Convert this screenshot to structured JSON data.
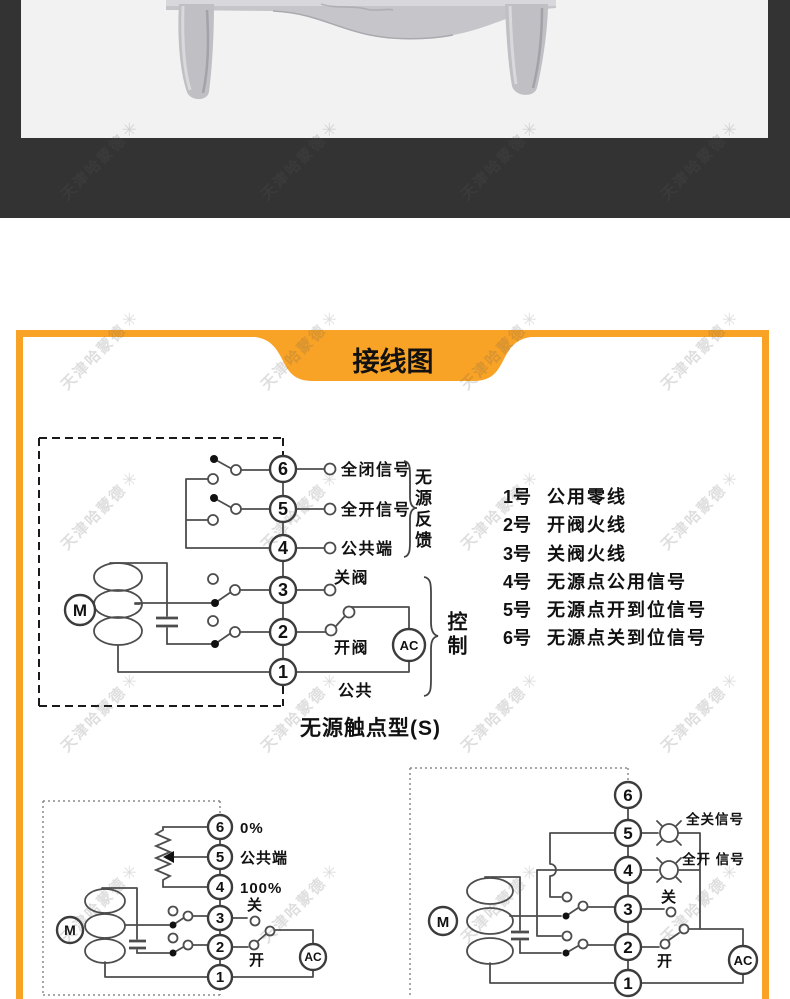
{
  "watermark": {
    "text": "天津哈蒙德",
    "star": "✳"
  },
  "colors": {
    "accent": "#F9A326",
    "dark_band": "#333333",
    "photo_bg": "#F2F2F2",
    "line": "#4D4D4D"
  },
  "banner": {
    "title": "接线图"
  },
  "diagram1": {
    "caption": "无源触点型(S)",
    "motor_label": "M",
    "ac_label": "AC",
    "feedback_group": "无源反馈",
    "control_group": "控制",
    "terminals": [
      {
        "num": "6",
        "label": "全闭信号"
      },
      {
        "num": "5",
        "label": "全开信号"
      },
      {
        "num": "4",
        "label": "公共端"
      },
      {
        "num": "3",
        "label": "关阀"
      },
      {
        "num": "2",
        "label": "开阀"
      },
      {
        "num": "1",
        "label": "公共"
      }
    ]
  },
  "legend": {
    "items": [
      {
        "num": "1号",
        "label": "公用零线"
      },
      {
        "num": "2号",
        "label": "开阀火线"
      },
      {
        "num": "3号",
        "label": "关阀火线"
      },
      {
        "num": "4号",
        "label": "无源点公用信号"
      },
      {
        "num": "5号",
        "label": "无源点开到位信号"
      },
      {
        "num": "6号",
        "label": "无源点关到位信号"
      }
    ]
  },
  "diagram2": {
    "motor_label": "M",
    "ac_label": "AC",
    "terminals": [
      {
        "num": "6",
        "label": "0%"
      },
      {
        "num": "5",
        "label": "公共端"
      },
      {
        "num": "4",
        "label": "100%"
      },
      {
        "num": "3",
        "label": "关"
      },
      {
        "num": "2",
        "label": "开"
      },
      {
        "num": "1",
        "label": ""
      }
    ]
  },
  "diagram3": {
    "motor_label": "M",
    "ac_label": "AC",
    "terminals": [
      {
        "num": "6",
        "label": ""
      },
      {
        "num": "5",
        "label": "全关信号"
      },
      {
        "num": "4",
        "label": "全开 信号"
      },
      {
        "num": "3",
        "label": "关"
      },
      {
        "num": "2",
        "label": "开"
      },
      {
        "num": "1",
        "label": ""
      }
    ]
  }
}
